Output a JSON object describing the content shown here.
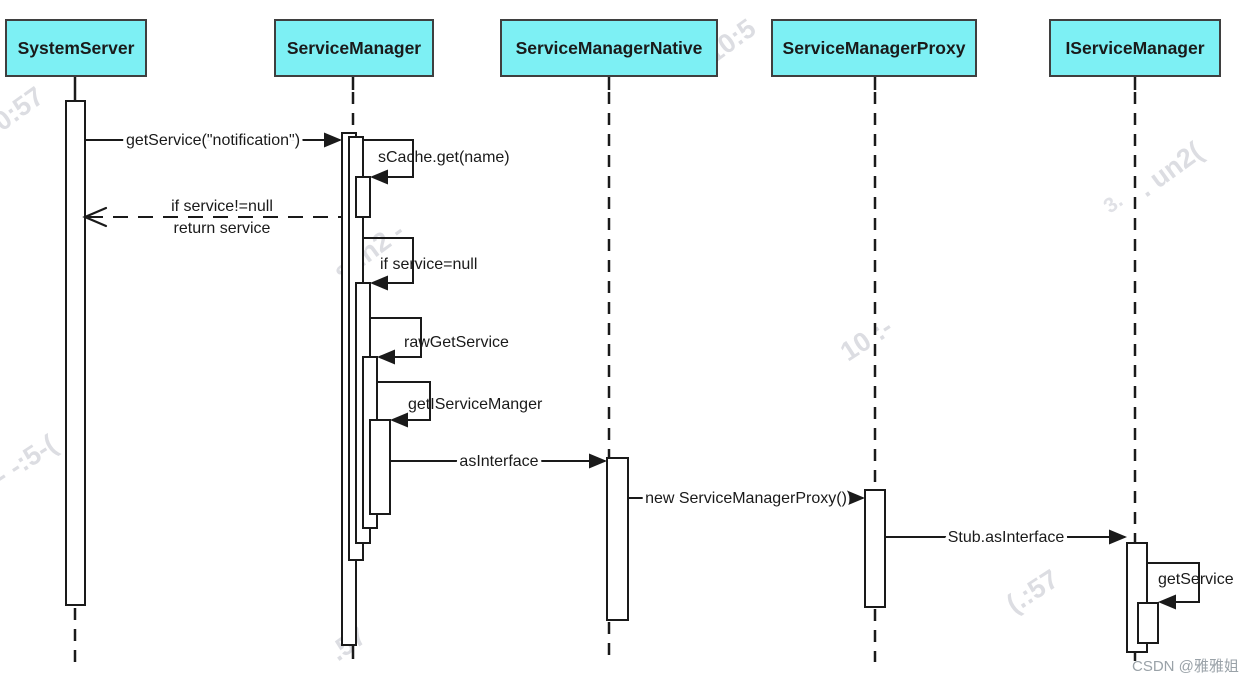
{
  "diagram": {
    "type": "uml-sequence-diagram",
    "actors": [
      {
        "name": "SystemServer"
      },
      {
        "name": "ServiceManager"
      },
      {
        "name": "ServiceManagerNative"
      },
      {
        "name": "ServiceManagerProxy"
      },
      {
        "name": "IServiceManager"
      }
    ],
    "messages": [
      {
        "id": "getservice-notification",
        "label": "getService(\"notification\")",
        "from": "SystemServer",
        "to": "ServiceManager",
        "kind": "sync"
      },
      {
        "id": "scache-get",
        "label": "sCache.get(name)",
        "from": "ServiceManager",
        "to": "ServiceManager",
        "kind": "self"
      },
      {
        "id": "return-service",
        "label_line1": "if service!=null",
        "label_line2": "return service",
        "from": "ServiceManager",
        "to": "SystemServer",
        "kind": "return-dashed"
      },
      {
        "id": "if-service-null",
        "label": "if service=null",
        "from": "ServiceManager",
        "to": "ServiceManager",
        "kind": "self"
      },
      {
        "id": "rawgetservice",
        "label": "rawGetService",
        "from": "ServiceManager",
        "to": "ServiceManager",
        "kind": "self"
      },
      {
        "id": "getiservicemanger",
        "label": "getIServiceManger",
        "from": "ServiceManager",
        "to": "ServiceManager",
        "kind": "self"
      },
      {
        "id": "asinterface",
        "label": "asInterface",
        "from": "ServiceManager",
        "to": "ServiceManagerNative",
        "kind": "sync"
      },
      {
        "id": "new-servicemanagerproxy",
        "label": "new ServiceManagerProxy()",
        "from": "ServiceManagerNative",
        "to": "ServiceManagerProxy",
        "kind": "sync"
      },
      {
        "id": "stub-asinterface",
        "label": "Stub.asInterface",
        "from": "ServiceManagerProxy",
        "to": "IServiceManager",
        "kind": "sync"
      },
      {
        "id": "getservice-self",
        "label": "getService",
        "from": "IServiceManager",
        "to": "IServiceManager",
        "kind": "self"
      }
    ],
    "colors": {
      "actor_fill": "#7DF0F4",
      "actor_border": "#3F3F3F",
      "line": "#1A1A1A",
      "background": "#FFFFFF",
      "watermark": "#DCDDE2",
      "credit_text": "#9AA2A8"
    },
    "watermarks": [
      {
        "text": "0:57"
      },
      {
        "text": "10:5"
      },
      {
        "text": ". un2("
      },
      {
        "text": "sun2 -"
      },
      {
        "text": "10 :-"
      },
      {
        "text": "- -:5-("
      },
      {
        "text": ".57"
      },
      {
        "text": "(.:57"
      },
      {
        "text": "3."
      }
    ],
    "credit": "CSDN @雅雅姐"
  }
}
